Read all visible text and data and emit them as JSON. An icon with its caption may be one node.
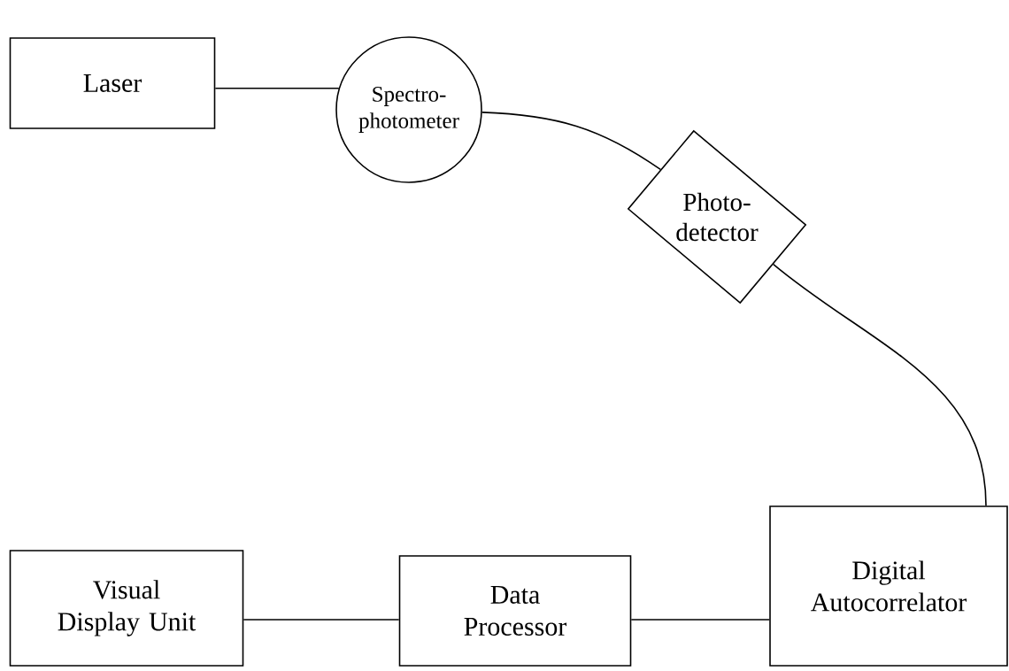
{
  "diagram": {
    "nodes": [
      {
        "text": [
          "Laser"
        ]
      },
      {
        "text": [
          "Spectro- photometer"
        ]
      },
      {
        "text": [
          "Photo- detector"
        ]
      },
      {
        "text": [
          "Visual Display Unit"
        ]
      },
      {
        "text": [
          "Data Processor"
        ]
      },
      {
        "text": [
          "Digital Autocorrelator"
        ]
      }
    ],
    "edges": [
      {
        "from": 0,
        "to": 1,
        "arrow": "none"
      },
      {
        "from": 1,
        "to": 2,
        "arrow": "none"
      },
      {
        "from": 2,
        "to": 5,
        "arrow": "none"
      },
      {
        "from": 5,
        "to": 4,
        "arrow": "none"
      },
      {
        "from": 4,
        "to": 3,
        "arrow": "none"
      }
    ]
  }
}
